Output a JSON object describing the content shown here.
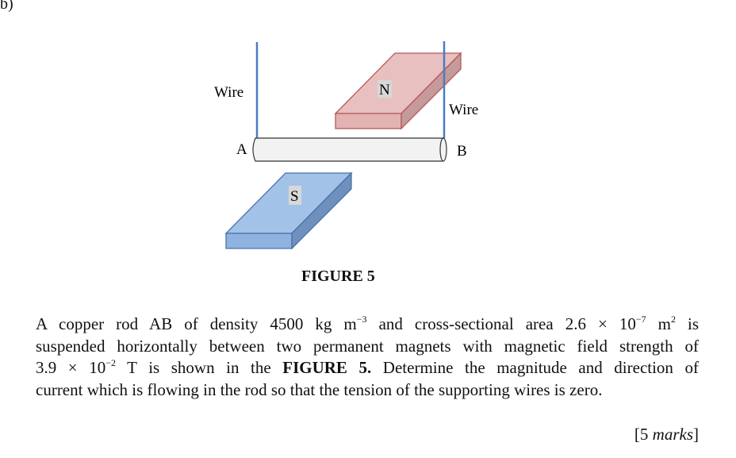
{
  "question_label": "b)",
  "figure": {
    "labels": {
      "wire_left": "Wire",
      "wire_right": "Wire",
      "end_a": "A",
      "end_b": "B",
      "north": "N",
      "south": "S"
    },
    "caption": "FIGURE 5",
    "colors": {
      "wire": "#4a7cc4",
      "north_top": "#e8c0c0",
      "north_side": "#c49a9a",
      "north_edge": "#b85858",
      "south_top": "#a3c2e8",
      "south_side": "#6f8fbf",
      "south_edge": "#4a72aa",
      "rod": "#f0f0f0"
    }
  },
  "question": {
    "line1": {
      "a": "A copper rod AB of density 4500 kg m",
      "sup1": "−3",
      "b": " and cross-sectional area 2.6 × 10",
      "sup2": "−7",
      "c": " m",
      "sup3": "2",
      "d": " is"
    },
    "line2": "suspended horizontally between two permanent magnets with magnetic field strength of",
    "line3": {
      "a": "3.9 × 10",
      "sup1": "−2",
      "b": " T is shown in the ",
      "bold": "FIGURE 5.",
      "c": " Determine the magnitude and direction of"
    },
    "line4": "current which is flowing in the rod so that the tension of the supporting wires is zero."
  },
  "marks": {
    "open": "[5 ",
    "word": "marks",
    "close": "]"
  }
}
